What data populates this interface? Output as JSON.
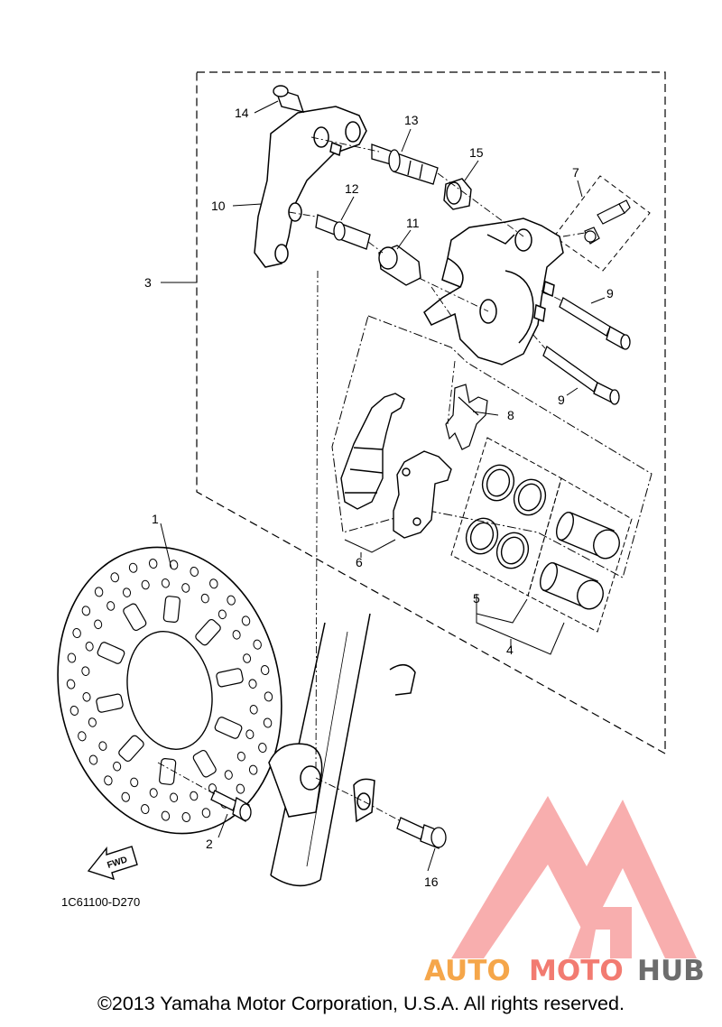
{
  "diagram": {
    "part_labels": [
      "1",
      "2",
      "3",
      "4",
      "5",
      "6",
      "7",
      "8",
      "9",
      "9",
      "10",
      "11",
      "12",
      "13",
      "14",
      "15",
      "16"
    ],
    "fwd_label": "FWD",
    "diagram_code": "1C61100-D270"
  },
  "watermark": {
    "brand_part1": "AUTO",
    "brand_part2": "MOTO",
    "brand_part3": "HUB",
    "colors": {
      "auto": "#f5a64a",
      "moto": "#f27b71",
      "hub": "#6d6d6d",
      "logo": "#f7a0a0"
    }
  },
  "footer": {
    "copyright": "©2013 Yamaha Motor Corporation, U.S.A. All rights reserved."
  }
}
